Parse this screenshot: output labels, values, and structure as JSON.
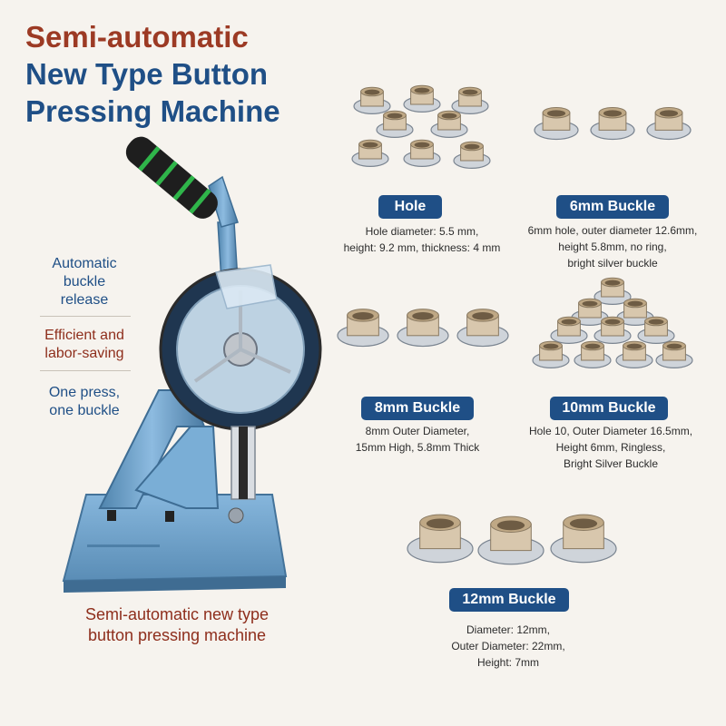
{
  "title": {
    "line1": "Semi-automatic",
    "line2": "New Type Button",
    "line3": "Pressing Machine"
  },
  "features": [
    {
      "line1": "Automatic",
      "line2": "buckle",
      "line3": "release"
    },
    {
      "line1": "Efficient and",
      "line2": "labor-saving"
    },
    {
      "line1": "One press,",
      "line2": "one buckle"
    }
  ],
  "caption": {
    "line1": "Semi-automatic new type",
    "line2": "button pressing machine"
  },
  "products": [
    {
      "label": "Hole",
      "desc1": "Hole diameter: 5.5 mm,",
      "desc2": "height: 9.2 mm, thickness: 4 mm",
      "desc3": "",
      "count": 8
    },
    {
      "label": "6mm Buckle",
      "desc1": "6mm hole, outer diameter 12.6mm,",
      "desc2": "height 5.8mm, no ring,",
      "desc3": "bright silver buckle",
      "count": 3
    },
    {
      "label": "8mm Buckle",
      "desc1": "8mm Outer Diameter,",
      "desc2": "15mm High, 5.8mm Thick",
      "desc3": "",
      "count": 3
    },
    {
      "label": "10mm Buckle",
      "desc1": "Hole 10, Outer Diameter 16.5mm,",
      "desc2": "Height 6mm, Ringless,",
      "desc3": "Bright Silver Buckle",
      "count": 10
    },
    {
      "label": "12mm Buckle",
      "desc1": "Diameter: 12mm,",
      "desc2": "Outer Diameter: 22mm,",
      "desc3": "Height: 7mm",
      "count": 3
    }
  ],
  "colors": {
    "accent_blue": "#1f4f86",
    "accent_red": "#9c3a24",
    "machine_blue": "#6fa3c9",
    "background": "#f6f3ee"
  }
}
